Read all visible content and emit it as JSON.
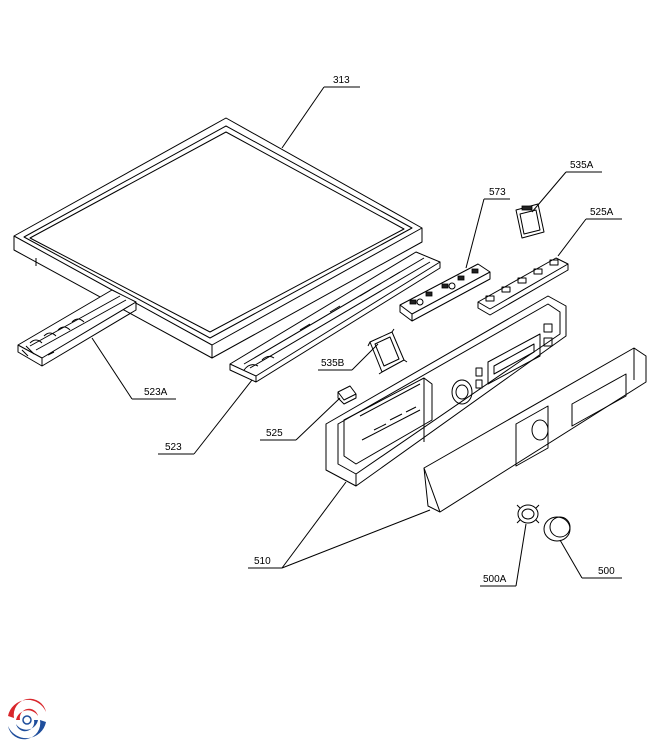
{
  "diagram": {
    "callouts": [
      {
        "id": "c313",
        "label": "313"
      },
      {
        "id": "c573",
        "label": "573"
      },
      {
        "id": "c535A",
        "label": "535A"
      },
      {
        "id": "c525A",
        "label": "525A"
      },
      {
        "id": "c523A",
        "label": "523A"
      },
      {
        "id": "c535B",
        "label": "535B"
      },
      {
        "id": "c525",
        "label": "525"
      },
      {
        "id": "c523",
        "label": "523"
      },
      {
        "id": "c510",
        "label": "510"
      },
      {
        "id": "c500A",
        "label": "500A"
      },
      {
        "id": "c500",
        "label": "500"
      }
    ]
  },
  "logo": {
    "icon": "company-swirl-logo-icon",
    "colors": [
      "#d9262b",
      "#1f4e9c"
    ]
  }
}
